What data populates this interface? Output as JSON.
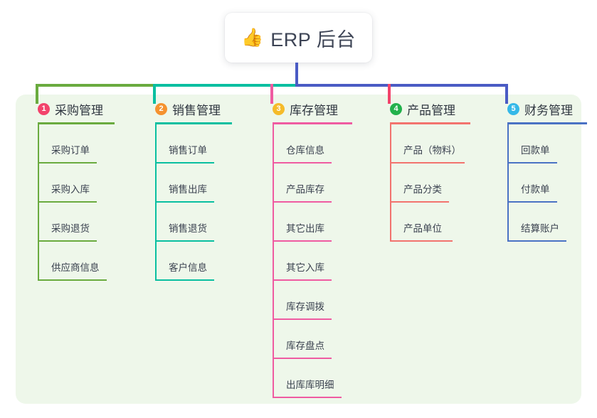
{
  "diagram": {
    "type": "mindmap",
    "background_color": "#ffffff",
    "panel_color": "#eef7ea",
    "root": {
      "icon": "thumbs-up-icon",
      "emoji": "👍",
      "title": "ERP 后台",
      "trunk_color": "#4a5bc4"
    },
    "connector_segments": [
      {
        "name": "green-segment",
        "color": "#6aab3f"
      },
      {
        "name": "teal-segment",
        "color": "#09bfa0"
      },
      {
        "name": "indigo-segment",
        "color": "#4a5bc4"
      }
    ],
    "branches": [
      {
        "number": "1",
        "title": "采购管理",
        "badge_color": "#f2436b",
        "line_color": "#6aab3f",
        "stub_color": "#6aab3f",
        "rule_width": 108,
        "items": [
          {
            "label": "采购订单",
            "rule_width": 83
          },
          {
            "label": "采购入库",
            "rule_width": 83
          },
          {
            "label": "采购退货",
            "rule_width": 83
          },
          {
            "label": "供应商信息",
            "rule_width": 97
          }
        ]
      },
      {
        "number": "2",
        "title": "销售管理",
        "badge_color": "#f5922f",
        "line_color": "#09bfa0",
        "stub_color": "#09bfa0",
        "rule_width": 108,
        "items": [
          {
            "label": "销售订单",
            "rule_width": 83
          },
          {
            "label": "销售出库",
            "rule_width": 83
          },
          {
            "label": "销售退货",
            "rule_width": 83
          },
          {
            "label": "客户信息",
            "rule_width": 83
          }
        ]
      },
      {
        "number": "3",
        "title": "库存管理",
        "badge_color": "#f5bb2a",
        "line_color": "#ef5ba1",
        "stub_color": "#ef5ba1",
        "rule_width": 112,
        "items": [
          {
            "label": "仓库信息",
            "rule_width": 83
          },
          {
            "label": "产品库存",
            "rule_width": 83
          },
          {
            "label": "其它出库",
            "rule_width": 83
          },
          {
            "label": "其它入库",
            "rule_width": 83
          },
          {
            "label": "库存调拨",
            "rule_width": 83
          },
          {
            "label": "库存盘点",
            "rule_width": 83
          },
          {
            "label": "出库库明细",
            "rule_width": 97
          }
        ]
      },
      {
        "number": "4",
        "title": "产品管理",
        "badge_color": "#22b14c",
        "line_color": "#f2736e",
        "stub_color": "#f2436b",
        "rule_width": 113,
        "items": [
          {
            "label": "产品（物料）",
            "rule_width": 105
          },
          {
            "label": "产品分类",
            "rule_width": 83
          },
          {
            "label": "产品单位",
            "rule_width": 88
          }
        ]
      },
      {
        "number": "5",
        "title": "财务管理",
        "badge_color": "#35b8e8",
        "line_color": "#4a72c4",
        "stub_color": "#4a5bc4",
        "rule_width": 112,
        "items": [
          {
            "label": "回款单",
            "rule_width": 70
          },
          {
            "label": "付款单",
            "rule_width": 70
          },
          {
            "label": "结算账户",
            "rule_width": 83
          }
        ]
      }
    ]
  }
}
